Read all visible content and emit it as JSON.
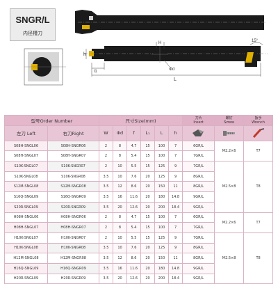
{
  "product": {
    "code": "SNGR/L",
    "subtitle": "内径槽刀"
  },
  "drawing": {
    "labels": {
      "h": "h",
      "l1": "l1",
      "L": "L",
      "H": "H",
      "phi_d": "Φd",
      "angle": "15°"
    }
  },
  "table": {
    "headers": {
      "order_number": "型号Order Number",
      "size": "尺寸Size(mm)",
      "insert": "刀片\nInsert",
      "screw": "螺钉\nSzrew",
      "wrench": "扳手\nWrench",
      "left": "左刀 Left",
      "right": "右刀Right",
      "W": "W",
      "phi_d": "Φd",
      "f": "f",
      "L1": "L₁",
      "L": "L",
      "h": "h"
    },
    "icons": {
      "insert": "insert-icon",
      "screw": "screw-icon",
      "wrench": "wrench-icon"
    },
    "rows": [
      {
        "left": "S08H-SNGL06",
        "right": "S08H-SNGR06",
        "W": "2",
        "d": "8",
        "f": "4.7",
        "L1": "15",
        "L": "100",
        "h": "7",
        "insert": "6GR/L"
      },
      {
        "left": "S08H-SNGL07",
        "right": "S08H-SNGR07",
        "W": "2",
        "d": "8",
        "f": "5.4",
        "L1": "15",
        "L": "100",
        "h": "7",
        "insert": "7GR/L"
      },
      {
        "left": "S10K-SNGL07",
        "right": "S10K-SNGR07",
        "W": "2",
        "d": "10",
        "f": "5.5",
        "L1": "15",
        "L": "125",
        "h": "9",
        "insert": "7GR/L"
      },
      {
        "left": "S10K-SNGL08",
        "right": "S10K-SNGR08",
        "W": "3.5",
        "d": "10",
        "f": "7.6",
        "L1": "20",
        "L": "125",
        "h": "9",
        "insert": "8GR/L"
      },
      {
        "left": "S12M-SNGL08",
        "right": "S12M-SNGR08",
        "W": "3.5",
        "d": "12",
        "f": "8.6",
        "L1": "20",
        "L": "150",
        "h": "11",
        "insert": "8GR/L"
      },
      {
        "left": "S16Q-SNGL09",
        "right": "S16Q-SNGR09",
        "W": "3.5",
        "d": "16",
        "f": "11.6",
        "L1": "20",
        "L": "180",
        "h": "14.8",
        "insert": "9GR/L"
      },
      {
        "left": "S20R-SNGL09",
        "right": "S20R-SNGR09",
        "W": "3.5",
        "d": "20",
        "f": "12.6",
        "L1": "20",
        "L": "200",
        "h": "18.4",
        "insert": "9GR/L"
      },
      {
        "left": "H08H-SNGL06",
        "right": "H08H-SNGR06",
        "W": "2",
        "d": "8",
        "f": "4.7",
        "L1": "15",
        "L": "100",
        "h": "7",
        "insert": "6GR/L"
      },
      {
        "left": "H08H-SNGL07",
        "right": "H08H-SNGR07",
        "W": "2",
        "d": "8",
        "f": "5.4",
        "L1": "15",
        "L": "100",
        "h": "7",
        "insert": "7GR/L"
      },
      {
        "left": "H10K-SNGL07",
        "right": "H10K-SNGR07",
        "W": "2",
        "d": "10",
        "f": "5.5",
        "L1": "15",
        "L": "125",
        "h": "9",
        "insert": "7GR/L"
      },
      {
        "left": "H10K-SNGL08",
        "right": "H10K-SNGR08",
        "W": "3.5",
        "d": "10",
        "f": "7.6",
        "L1": "20",
        "L": "125",
        "h": "9",
        "insert": "8GR/L"
      },
      {
        "left": "H12M-SNGL08",
        "right": "H12M-SNGR08",
        "W": "3.5",
        "d": "12",
        "f": "8.6",
        "L1": "20",
        "L": "150",
        "h": "11",
        "insert": "8GR/L"
      },
      {
        "left": "H16Q-SNGL09",
        "right": "H16Q-SNGR09",
        "W": "3.5",
        "d": "16",
        "f": "11.6",
        "L1": "20",
        "L": "180",
        "h": "14.8",
        "insert": "9GR/L"
      },
      {
        "left": "H20R-SNGL09",
        "right": "H20R-SNGR09",
        "W": "3.5",
        "d": "20",
        "f": "12.6",
        "L1": "20",
        "L": "200",
        "h": "18.4",
        "insert": "9GR/L"
      }
    ],
    "groups": [
      {
        "screw": "M2.2×6",
        "wrench": "T7"
      },
      {
        "screw": "M2.5×8",
        "wrench": "T8"
      },
      {
        "screw": "M2.2×6",
        "wrench": "T7"
      },
      {
        "screw": "M2.5×8",
        "wrench": "T8"
      }
    ]
  }
}
